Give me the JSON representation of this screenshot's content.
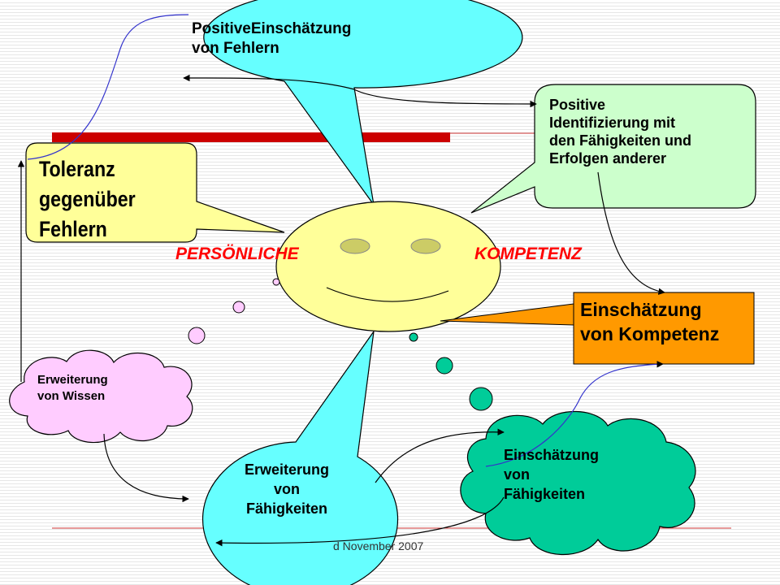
{
  "title_words": {
    "left": "PERSÖNLICHE",
    "right": "KOMPETENZ"
  },
  "bubbles": {
    "positive_einschaetzung": "PositiveEinschätzung\nvon Fehlern",
    "positive_identifizierung": "Positive\nIdentifizierung mit\nden Fähigkeiten und\nErfolgen anderer",
    "toleranz": "Toleranz\ngegenüber\nFehlern",
    "einschaetzung_kompetenz": "Einschätzung\nvon Kompetenz",
    "erweiterung_wissen": "Erweiterung\nvon Wissen",
    "erweiterung_faehigkeiten": "Erweiterung\nvon\nFähigkeiten",
    "einschaetzung_faehigkeiten": "Einschätzung\nvon\nFähigkeiten"
  },
  "footer": "d November 2007",
  "colors": {
    "face": "#ffff99",
    "eyes": "#cccc66",
    "blue_bubble": "#66ffff",
    "green_bubble": "#ccffcc",
    "yellow_bubble": "#ffff99",
    "orange_box": "#ff9900",
    "pink_cloud": "#ffccff",
    "teal_cloud": "#00cc99",
    "title_red": "#ff0000",
    "bar_red": "#cc0000",
    "connector_blue": "#3333cc"
  }
}
